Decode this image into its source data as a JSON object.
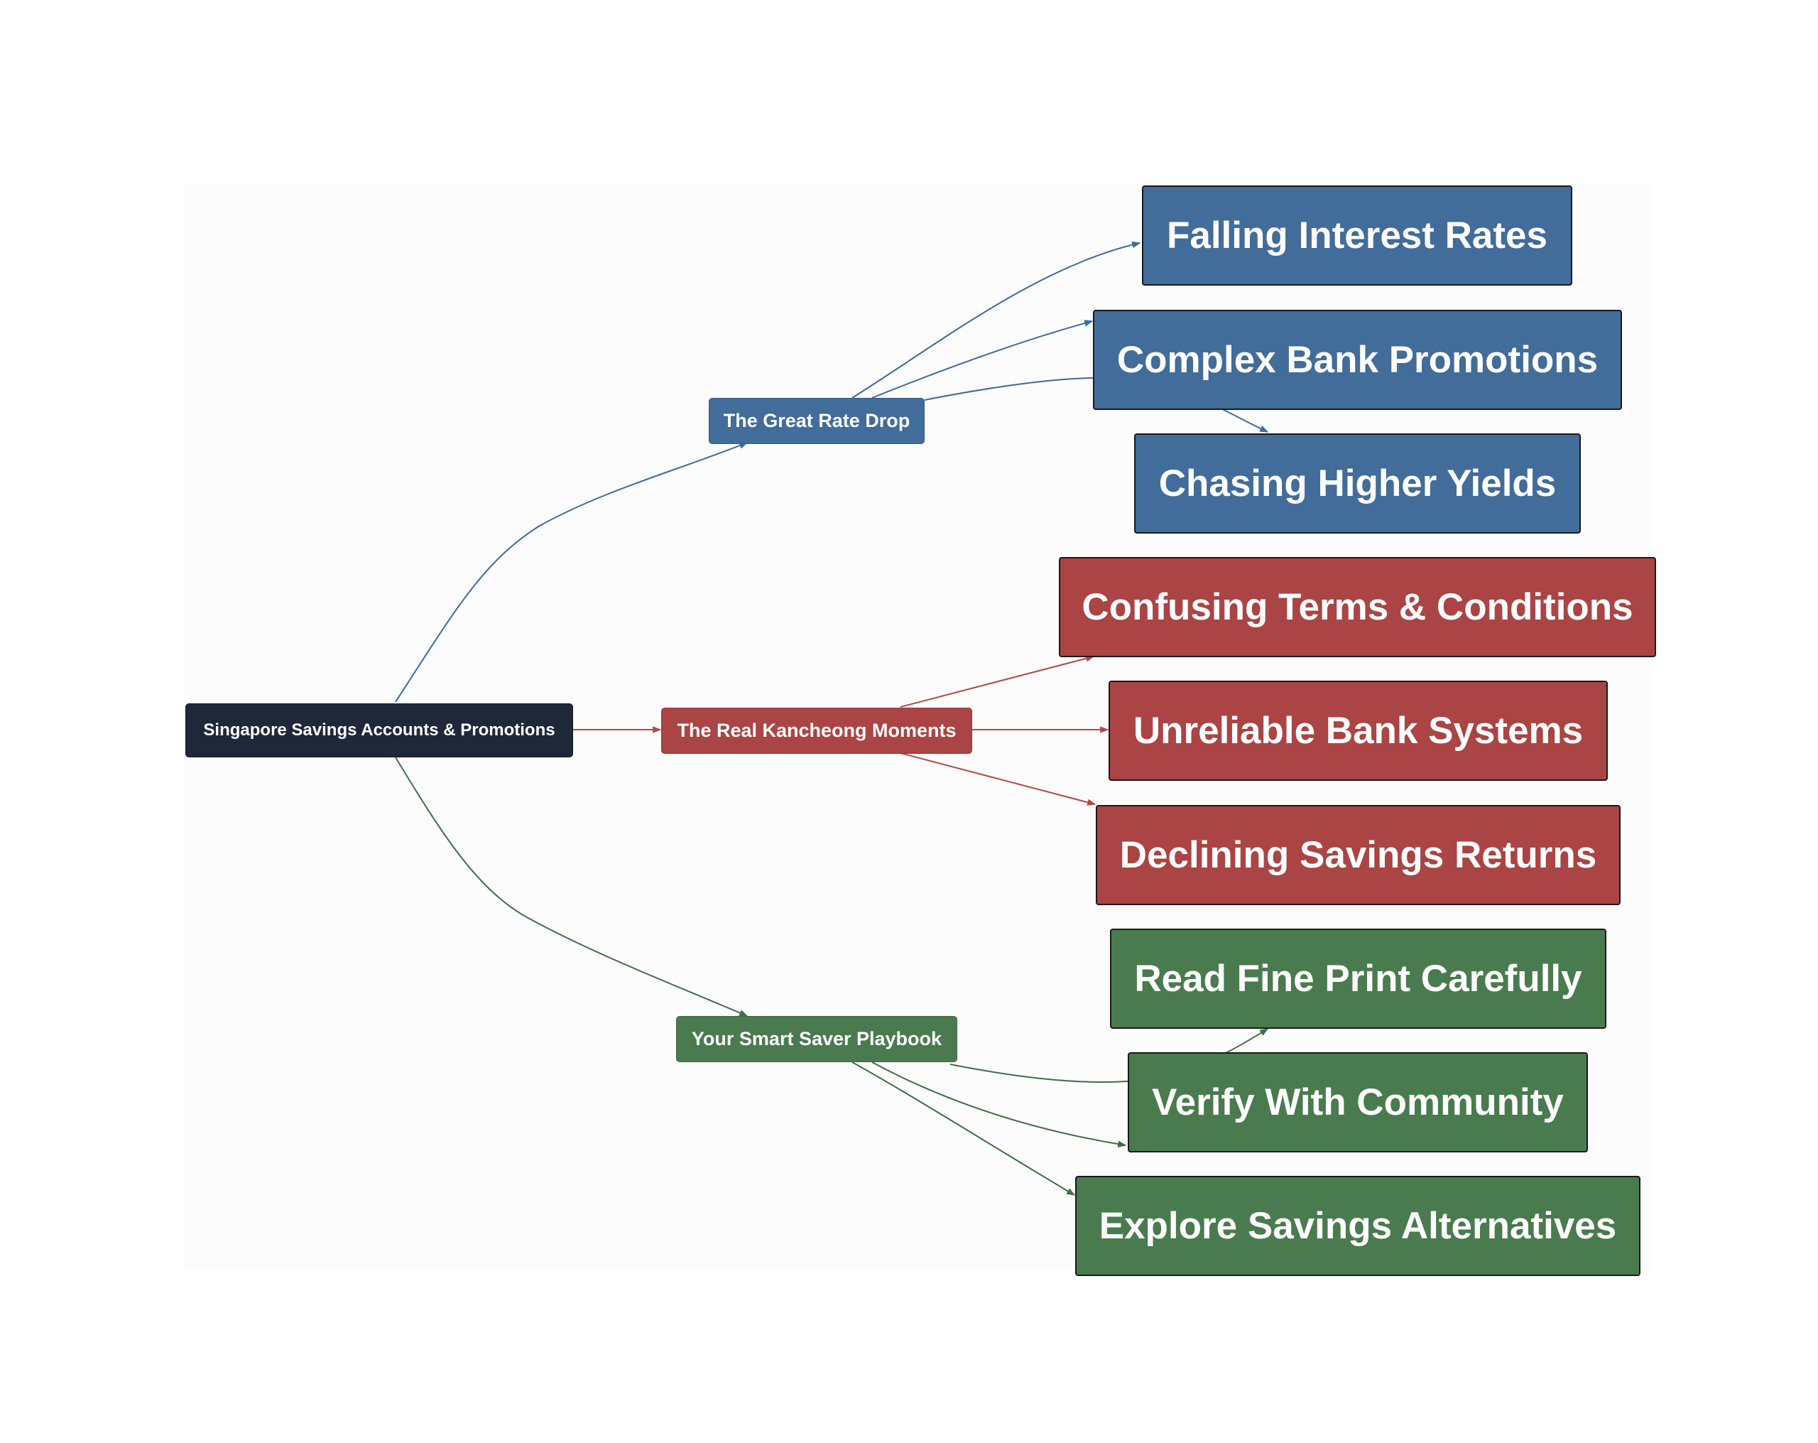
{
  "colors": {
    "root": "#1e2839",
    "blue": "#426c99",
    "red": "#ab4444",
    "green": "#4a7b4e",
    "link_blue": "#3d6aa0",
    "link_red": "#b54747",
    "link_green": "#3f6e45"
  },
  "root": {
    "label": "Singapore Savings Accounts & Promotions"
  },
  "branches": [
    {
      "label": "The Great Rate Drop",
      "color": "blue",
      "children": [
        "Falling Interest Rates",
        "Complex Bank Promotions",
        "Chasing Higher Yields"
      ]
    },
    {
      "label": "The Real Kancheong Moments",
      "color": "red",
      "children": [
        "Confusing Terms & Conditions",
        "Unreliable Bank Systems",
        "Declining Savings Returns"
      ]
    },
    {
      "label": "Your Smart Saver Playbook",
      "color": "green",
      "children": [
        "Read Fine Print Carefully",
        "Verify With Community",
        "Explore Savings Alternatives"
      ]
    }
  ]
}
